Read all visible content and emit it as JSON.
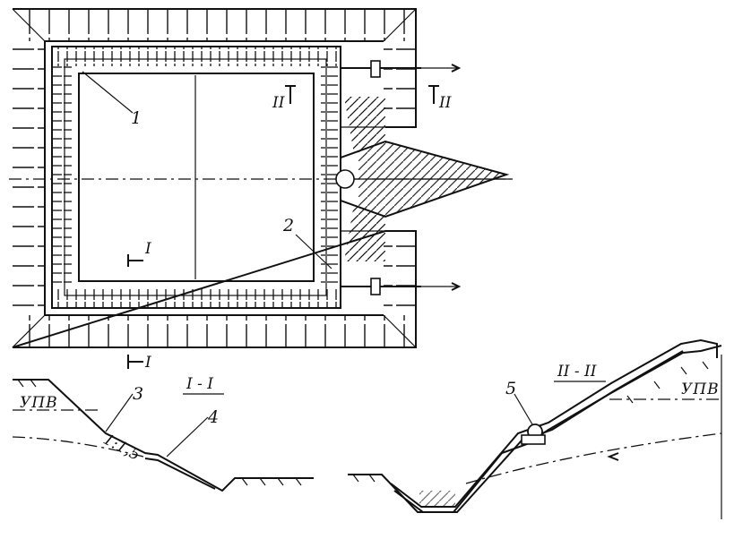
{
  "plan": {
    "callouts": [
      "1",
      "2"
    ],
    "section_markers": {
      "section_1": "I",
      "section_2": "II"
    }
  },
  "section_1": {
    "title": "I - I",
    "groundwater_label": "УПВ",
    "slope_label": "1:1,5",
    "callouts": [
      "3",
      "4"
    ]
  },
  "section_2": {
    "title": "II - II",
    "groundwater_label": "УПВ",
    "callouts": [
      "5"
    ]
  }
}
